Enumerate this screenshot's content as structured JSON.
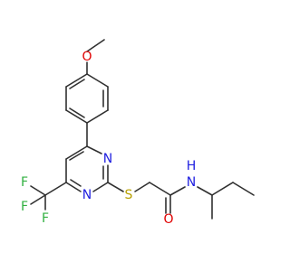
{
  "molecule": {
    "atoms": {
      "o_methoxy": "O",
      "n_top": "N",
      "n_bottom": "N",
      "s_thio": "S",
      "n_amide": "N",
      "h_amide": "H",
      "o_carbonyl": "O",
      "f1": "F",
      "f2": "F",
      "f3": "F"
    }
  },
  "colors": {
    "bond": "#303030",
    "oxygen": "#e00000",
    "nitrogen": "#2020e0",
    "sulfur": "#b8a000",
    "fluorine": "#30b040"
  }
}
